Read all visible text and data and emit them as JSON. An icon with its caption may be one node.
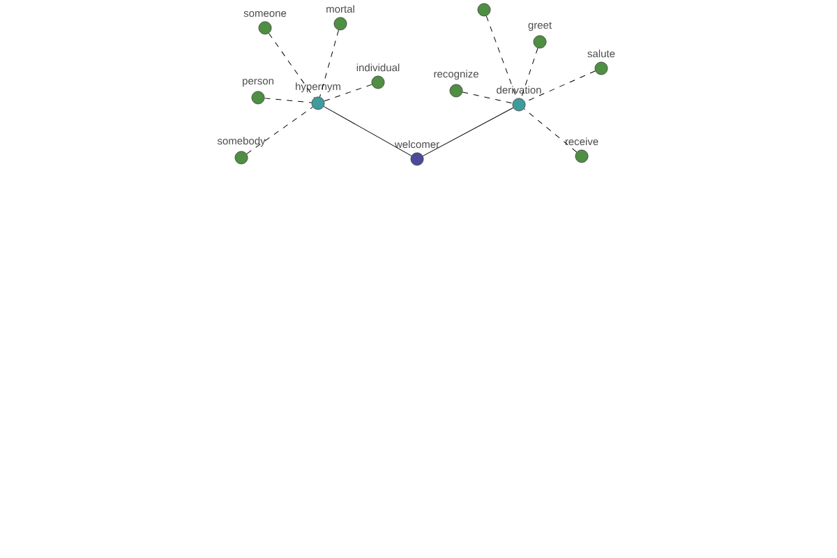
{
  "diagram": {
    "nodes": [
      {
        "text": [
          "welcomer"
        ]
      },
      {
        "text": [
          "hypernym"
        ]
      },
      {
        "text": [
          "derivation"
        ]
      },
      {
        "text": [
          "someone"
        ]
      },
      {
        "text": [
          "mortal"
        ]
      },
      {
        "text": [
          "person"
        ]
      },
      {
        "text": [
          "individual"
        ]
      },
      {
        "text": [
          "somebody"
        ]
      },
      {
        "text": [],
        "shape": "circle"
      },
      {
        "text": [
          "greet"
        ]
      },
      {
        "text": [
          "salute"
        ]
      },
      {
        "text": [
          "recognize"
        ]
      },
      {
        "text": [
          "receive"
        ]
      }
    ],
    "edges": [
      {
        "from": 1,
        "to": 0,
        "arrow": "none"
      },
      {
        "from": 2,
        "to": 0,
        "arrow": "none"
      },
      {
        "from": 3,
        "to": 1,
        "arrow": "none",
        "style": "dashed"
      },
      {
        "from": 4,
        "to": 1,
        "arrow": "none",
        "style": "dashed"
      },
      {
        "from": 5,
        "to": 1,
        "arrow": "none",
        "style": "dashed"
      },
      {
        "from": 6,
        "to": 1,
        "arrow": "none",
        "style": "dashed"
      },
      {
        "from": 7,
        "to": 1,
        "arrow": "none",
        "style": "dashed"
      },
      {
        "from": 8,
        "to": 2,
        "arrow": "none",
        "style": "dashed"
      },
      {
        "from": 9,
        "to": 2,
        "arrow": "none",
        "style": "dashed"
      },
      {
        "from": 10,
        "to": 2,
        "arrow": "none",
        "style": "dashed"
      },
      {
        "from": 11,
        "to": 2,
        "arrow": "none",
        "style": "dashed"
      },
      {
        "from": 12,
        "to": 2,
        "arrow": "none",
        "style": "dashed"
      }
    ]
  }
}
